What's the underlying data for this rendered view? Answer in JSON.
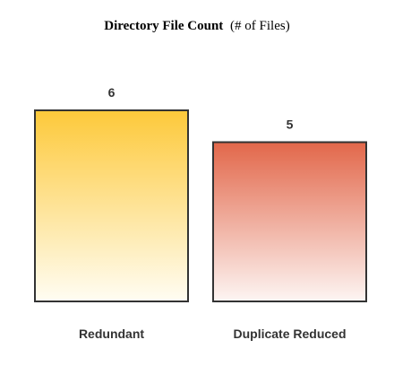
{
  "chart_data": {
    "type": "bar",
    "title": "Directory File Count",
    "subtitle": "(# of Files)",
    "categories": [
      "Redundant",
      "Duplicate Reduced"
    ],
    "values": [
      6,
      5
    ],
    "xlabel": "",
    "ylabel": "",
    "ylim": [
      0,
      6
    ],
    "grid": false,
    "legend": "none",
    "colors": [
      {
        "top": "#fdc93a",
        "bottom": "#fffdf3"
      },
      {
        "top": "#e2674a",
        "bottom": "#fdf5f3"
      }
    ],
    "border_color": "#333333"
  }
}
